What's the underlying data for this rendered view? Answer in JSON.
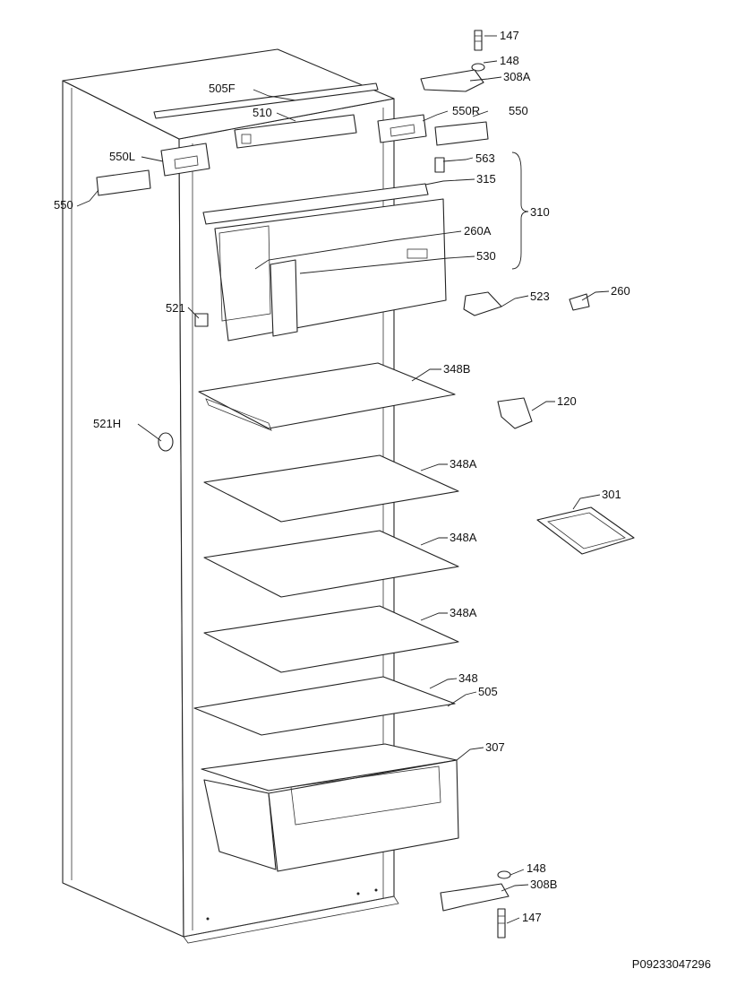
{
  "diagram": {
    "document_code": "P09233047296",
    "labels": {
      "147_top": "147",
      "148_top": "148",
      "308A": "308A",
      "505F": "505F",
      "510": "510",
      "550R": "550R",
      "550_right": "550",
      "550L": "550L",
      "550_left": "550",
      "563": "563",
      "315": "315",
      "310": "310",
      "260A": "260A",
      "530": "530",
      "521": "521",
      "523": "523",
      "260": "260",
      "348B": "348B",
      "120": "120",
      "521H": "521H",
      "348A_1": "348A",
      "301": "301",
      "348A_2": "348A",
      "348A_3": "348A",
      "348": "348",
      "505": "505",
      "307": "307",
      "148_bottom": "148",
      "308B": "308B",
      "147_bottom": "147"
    }
  }
}
